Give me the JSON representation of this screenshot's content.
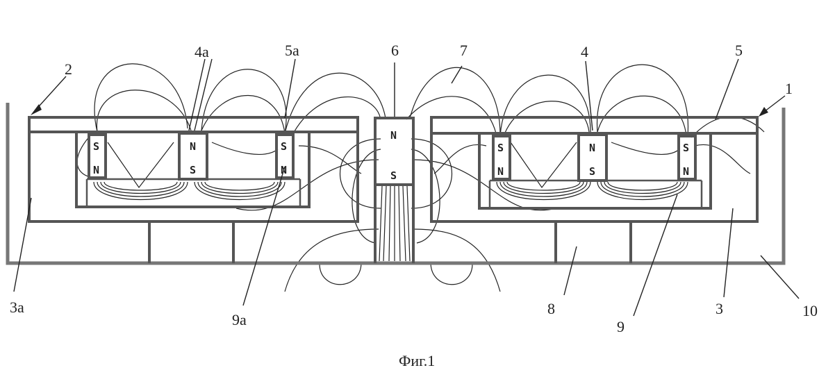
{
  "figure": {
    "caption": "Фиг.1",
    "labels": {
      "l1": "1",
      "l2": "2",
      "l3": "3",
      "l3a": "3a",
      "l4": "4",
      "l4a": "4a",
      "l5": "5",
      "l5a": "5a",
      "l6": "6",
      "l7": "7",
      "l8": "8",
      "l9": "9",
      "l9a": "9a",
      "l10": "10"
    },
    "poles": {
      "north": "N",
      "south": "S"
    }
  }
}
